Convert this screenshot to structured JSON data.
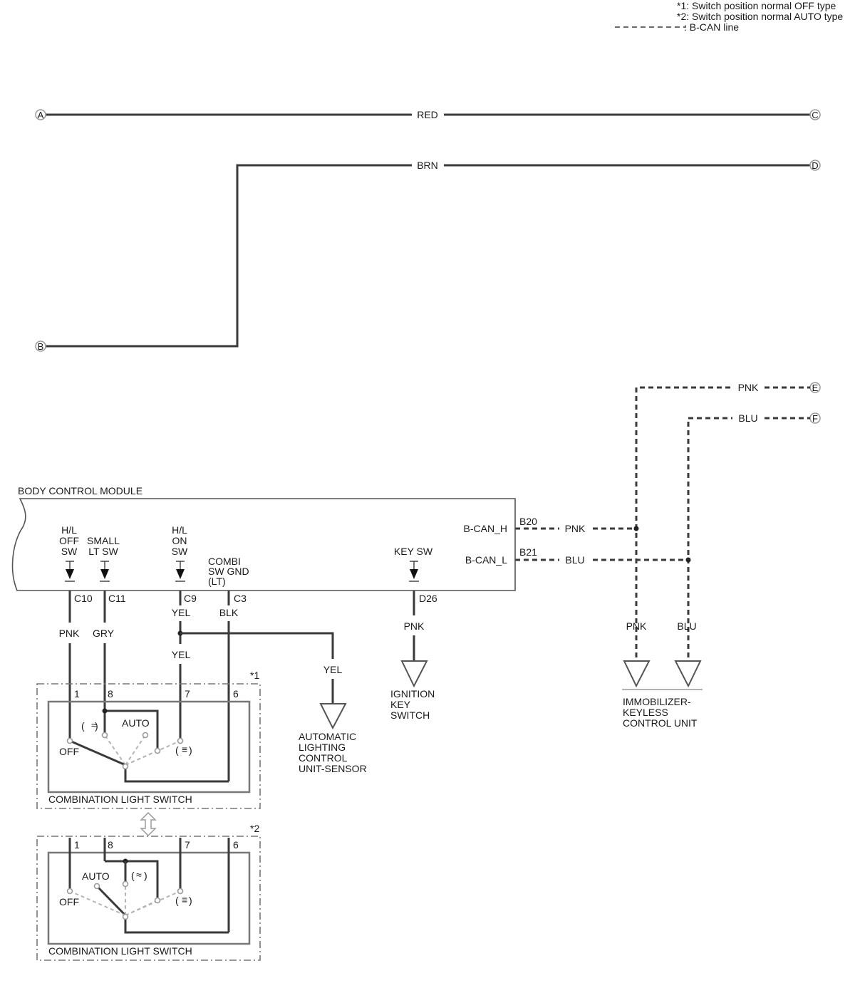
{
  "legend": {
    "note1": "*1: Switch position normal OFF type",
    "note2": "*2: Switch position normal AUTO type",
    "can_line": ": B-CAN line"
  },
  "connectors": {
    "a": "A",
    "b": "B",
    "c": "C",
    "d": "D",
    "e": "E",
    "f": "F"
  },
  "wire_colors": {
    "red": "RED",
    "brn": "BRN",
    "pnk": "PNK",
    "blu": "BLU",
    "gry": "GRY",
    "yel": "YEL",
    "blk": "BLK"
  },
  "bcm": {
    "title": "BODY CONTROL MODULE",
    "hl_off": [
      "H/L",
      "OFF",
      "SW"
    ],
    "small_lt": [
      "SMALL",
      "LT SW"
    ],
    "hl_on": [
      "H/L",
      "ON",
      "SW"
    ],
    "combi_gnd": [
      "COMBI",
      "SW GND",
      "(LT)"
    ],
    "key_sw": "KEY SW",
    "bcan_h": "B-CAN_H",
    "bcan_l": "B-CAN_L",
    "pins": {
      "c10": "C10",
      "c11": "C11",
      "c9": "C9",
      "c3": "C3",
      "d26": "D26",
      "b20": "B20",
      "b21": "B21"
    }
  },
  "switch": {
    "note1": "*1",
    "note2": "*2",
    "title": "COMBINATION LIGHT SWITCH",
    "pins": {
      "p1": "1",
      "p8": "8",
      "p7": "7",
      "p6": "6"
    },
    "off": "OFF",
    "auto": "AUTO",
    "paren_open": "(",
    "paren_close": ")"
  },
  "components": {
    "lighting_sensor": [
      "AUTOMATIC",
      "LIGHTING",
      "CONTROL",
      "UNIT-SENSOR"
    ],
    "ignition_key": [
      "IGNITION",
      "KEY",
      "SWITCH"
    ],
    "immobilizer": [
      "IMMOBILIZER-",
      "KEYLESS",
      "CONTROL UNIT"
    ]
  }
}
